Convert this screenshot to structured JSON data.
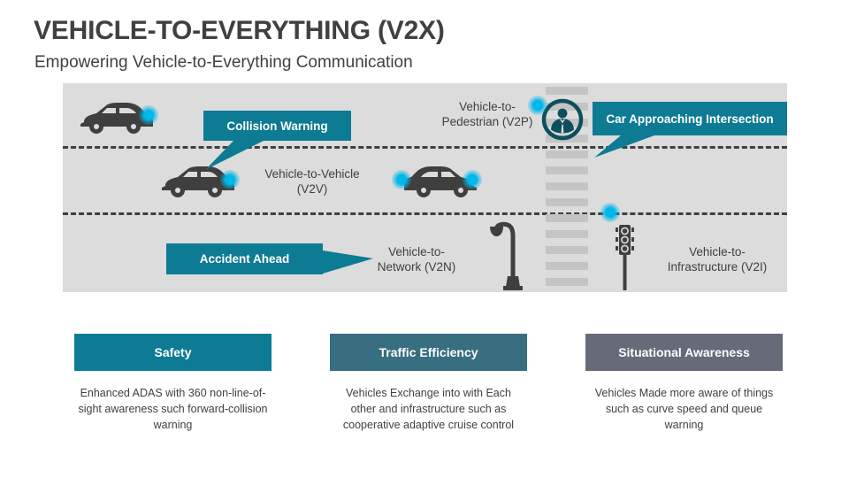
{
  "header": {
    "title": "VEHICLE-TO-EVERYTHING (V2X)",
    "subtitle": "Empowering Vehicle-to-Everything Communication"
  },
  "diagram": {
    "labels": {
      "v2v": "Vehicle-to-Vehicle\n(V2V)",
      "v2p": "Vehicle-to-\nPedestrian (V2P)",
      "v2n": "Vehicle-to-\nNetwork (V2N)",
      "v2i": "Vehicle-to-\nInfrastructure (V2I)"
    },
    "callouts": {
      "collision_warning": "Collision Warning",
      "accident_ahead": "Accident Ahead",
      "car_approaching": "Car Approaching Intersection"
    },
    "icons": {
      "car_top": "car-icon",
      "car_middle": "car-icon",
      "car_right": "car-icon",
      "pedestrian": "pedestrian-icon",
      "street_lamp": "street-lamp-icon",
      "traffic_light": "traffic-light-icon",
      "signal": "wireless-signal-dot-icon"
    },
    "colors": {
      "panel_background": "#dcdcdc",
      "crosswalk_stripe": "#c4c4c4",
      "lane_divider": "#3f3f3f",
      "callout": "#0c7b93",
      "signal_dot": "#00b7ea",
      "icon_dark": "#3f3f3f",
      "pedestrian_icon": "#0d4f5c"
    },
    "crosswalk_stripe_count": 13
  },
  "cards": [
    {
      "title": "Safety",
      "body": "Enhanced ADAS with 360 non-line-of-sight awareness such forward-collision warning",
      "color": "#0c7b93"
    },
    {
      "title": "Traffic Efficiency",
      "body": "Vehicles Exchange into with Each other and infrastructure such as cooperative adaptive cruise control",
      "color": "#376e80"
    },
    {
      "title": "Situational Awareness",
      "body": "Vehicles Made more aware of things such as curve speed and queue warning",
      "color": "#666a79"
    }
  ]
}
